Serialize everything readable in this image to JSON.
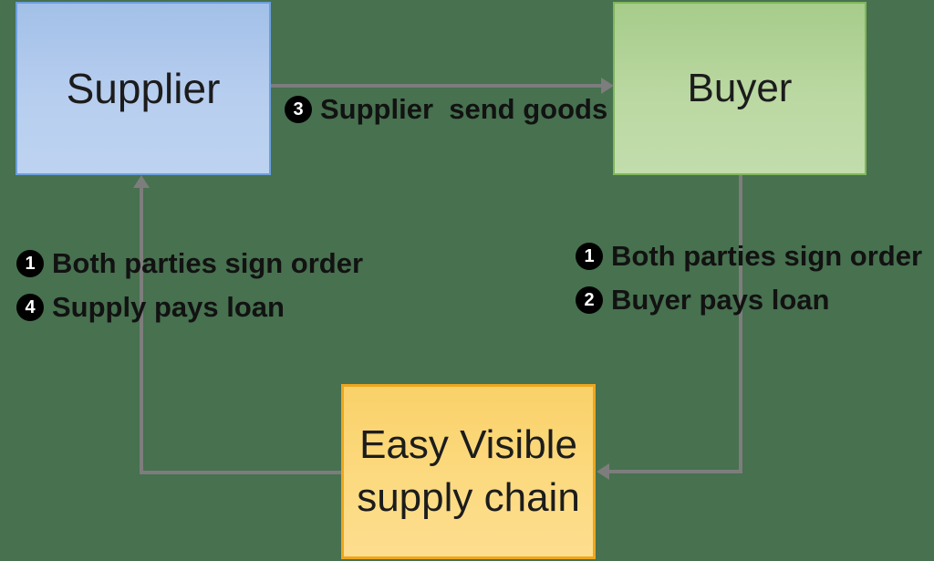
{
  "nodes": {
    "supplier": {
      "label": "Supplier",
      "fill": "#B7CEEF",
      "border": "#6CA0DC"
    },
    "buyer": {
      "label": "Buyer",
      "fill": "#BBD8A2",
      "border": "#7FB75A"
    },
    "platform": {
      "label_line1": "Easy Visible",
      "label_line2": "supply chain",
      "fill": "#FCDA80",
      "border": "#EDA61E"
    }
  },
  "edges": {
    "supplier_to_buyer": {
      "step": "3",
      "label": "Supplier  send goods"
    },
    "buyer_to_platform": {
      "direction": "buyer-down-left-into-platform"
    },
    "platform_to_supplier": {
      "direction": "platform-left-up-into-supplier"
    }
  },
  "annotations": {
    "left": [
      {
        "number": "1",
        "text": "Both parties sign order"
      },
      {
        "number": "4",
        "text": "Supply pays loan"
      }
    ],
    "right": [
      {
        "number": "1",
        "text": "Both parties sign order"
      },
      {
        "number": "2",
        "text": "Buyer pays loan"
      }
    ]
  },
  "colors": {
    "background": "#47714F",
    "connector": "#7D7D7D",
    "text": "#121212",
    "badge_fill": "#000000",
    "badge_text": "#FFFFFF"
  }
}
